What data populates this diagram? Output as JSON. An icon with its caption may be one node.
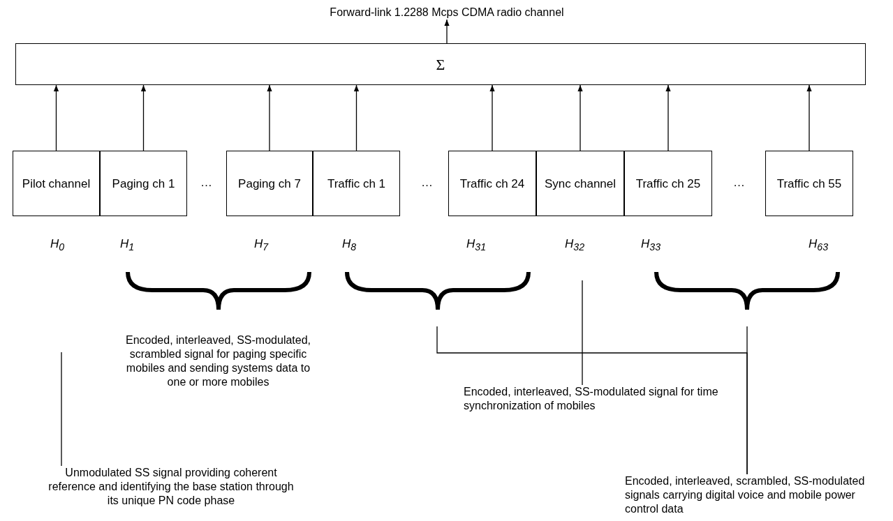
{
  "diagram": {
    "nodes": [
      {
        "text": [
          "Forward-link 1.2288 Mcps CDMA radio channel"
        ]
      },
      {
        "text": [
          "Σ"
        ]
      },
      {
        "text": [
          "Pilot channel"
        ]
      },
      {
        "text": [
          "Paging ch 1"
        ]
      },
      {
        "text": [
          "Paging ch 7"
        ]
      },
      {
        "text": [
          "Traffic ch 1"
        ]
      },
      {
        "text": [
          "Traffic ch 24"
        ]
      },
      {
        "text": [
          "Sync channel"
        ]
      },
      {
        "text": [
          "Traffic ch 25"
        ]
      },
      {
        "text": [
          "Traffic ch 55"
        ]
      },
      {
        "text": [
          "Encoded, interleaved, SS-modulated, scrambled signal for paging specific mobiles and sending systems data to one or more mobiles"
        ]
      },
      {
        "text": [
          "Encoded, interleaved, SS-modulated signal for time synchronization of mobiles"
        ]
      },
      {
        "text": [
          "Unmodulated SS signal providing coherent reference and identifying the base station through its unique PN code phase"
        ]
      },
      {
        "text": [
          "Encoded, interleaved, scrambled, SS-modulated signals carrying digital voice and mobile power control data"
        ]
      }
    ],
    "edges": [
      {
        "from": 1,
        "to": 0,
        "arrow": "to"
      },
      {
        "from": 2,
        "to": 1,
        "arrow": "to"
      },
      {
        "from": 3,
        "to": 1,
        "arrow": "to"
      },
      {
        "from": 4,
        "to": 1,
        "arrow": "to"
      },
      {
        "from": 5,
        "to": 1,
        "arrow": "to"
      },
      {
        "from": 6,
        "to": 1,
        "arrow": "to"
      },
      {
        "from": 7,
        "to": 1,
        "arrow": "to"
      },
      {
        "from": 8,
        "to": 1,
        "arrow": "to"
      },
      {
        "from": 9,
        "to": 1,
        "arrow": "to"
      },
      {
        "from": 11,
        "to": null,
        "arrow": "none"
      },
      {
        "from": 12,
        "to": null,
        "arrow": "none"
      },
      {
        "from": 13,
        "to": null,
        "arrow": "none"
      },
      {
        "from": 13,
        "to": null,
        "arrow": "none"
      }
    ],
    "labels": [
      "…",
      "…",
      "…",
      "H$_{0}$",
      "H$_{1}$",
      "H$_{7}$",
      "H$_{8}$",
      "H$_{31}$",
      "H$_{32}$",
      "H$_{33}$",
      "H$_{63}$"
    ]
  }
}
